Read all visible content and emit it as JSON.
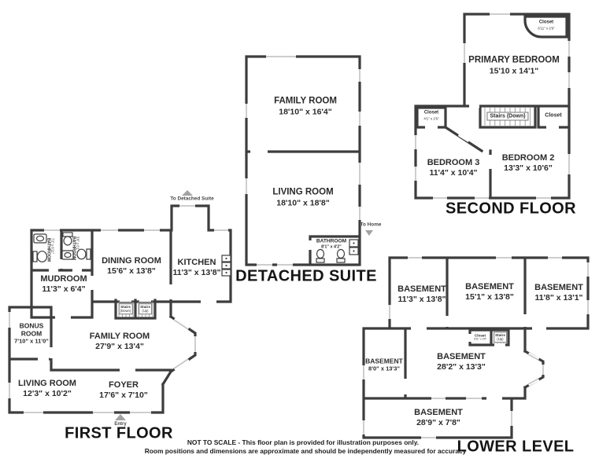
{
  "colors": {
    "wall": "#3d3d3d",
    "window": "#c6c6c6",
    "marker_arrow": "#a3a3a3",
    "text": "#2b2b2b"
  },
  "first_floor": {
    "title": "FIRST FLOOR",
    "marker_top": "To Detached Suite",
    "marker_entry": "Entry",
    "rooms": {
      "bathroom1": {
        "name": "BATHROOM",
        "dims": "7'2\" x 6'11\""
      },
      "bathroom2": {
        "name": "BATHROOM",
        "dims": "3'9\" x 6'1\""
      },
      "mudroom": {
        "name": "MUDROOM",
        "dims": "11'3\" x 6'4\""
      },
      "dining_room": {
        "name": "DINING ROOM",
        "dims": "15'6\" x 13'8\""
      },
      "kitchen": {
        "name": "KITCHEN",
        "dims": "11'3\" x 13'8\""
      },
      "bonus_room": {
        "name": "BONUS ROOM",
        "dims": "7'10\" x 11'0\""
      },
      "family_room": {
        "name": "FAMILY ROOM",
        "dims": "27'9\" x 13'4\""
      },
      "living_room": {
        "name": "LIVING ROOM",
        "dims": "12'3\" x 10'2\""
      },
      "foyer": {
        "name": "FOYER",
        "dims": "17'6\" x 7'10\""
      }
    },
    "stairs_down": {
      "line1": "Stairs",
      "line2": "(Down)"
    },
    "stairs_up": {
      "line1": "Stairs",
      "line2": "(Up)"
    }
  },
  "detached_suite": {
    "title": "DETACHED SUITE",
    "marker_to_home": "To Home",
    "rooms": {
      "family_room": {
        "name": "FAMILY ROOM",
        "dims": "18'10\" x 16'4\""
      },
      "living_room": {
        "name": "LIVING ROOM",
        "dims": "18'10\" x 18'8\""
      },
      "bathroom": {
        "name": "BATHROOM",
        "dims": "8'1\" x 4'2\""
      }
    }
  },
  "second_floor": {
    "title": "SECOND FLOOR",
    "rooms": {
      "primary_bedroom": {
        "name": "PRIMARY BEDROOM",
        "dims": "15'10 x 14'1\""
      },
      "bedroom_3": {
        "name": "BEDROOM 3",
        "dims": "11'4\" x 10'4\""
      },
      "bedroom_2": {
        "name": "BEDROOM 2",
        "dims": "13'3\" x 10'6\""
      }
    },
    "closets": {
      "top": {
        "name": "Closet",
        "dims": "6'11\" x 2'9\""
      },
      "left": {
        "name": "Closet",
        "dims": "4'1\" x 2'6\""
      },
      "right": {
        "name": "Closet"
      }
    },
    "stairs_down_label": "Stairs (Down)"
  },
  "lower_level": {
    "title": "LOWER LEVEL",
    "rooms": {
      "basement_1": {
        "name": "BASEMENT",
        "dims": "11'3\" x 13'8\""
      },
      "basement_2": {
        "name": "BASEMENT",
        "dims": "15'1\" x 13'8\""
      },
      "basement_3": {
        "name": "BASEMENT",
        "dims": "11'8\" x 13'1\""
      },
      "basement_4": {
        "name": "BASEMENT",
        "dims": "8'0\" x 13'3\""
      },
      "basement_5": {
        "name": "BASEMENT",
        "dims": "28'2\" x 13'3\""
      },
      "basement_6": {
        "name": "BASEMENT",
        "dims": "28'9\" x 7'8\""
      }
    },
    "closet": {
      "name": "Closet",
      "dims": "3'11\" x 2'9\""
    },
    "stairs_up": {
      "line1": "Stairs",
      "line2": "(Up)"
    }
  },
  "footer": {
    "line1": "NOT TO SCALE - This floor plan is provided for illustration purposes only.",
    "line2": "Room positions and dimensions are approximate and should be independently measured for accuracy"
  }
}
